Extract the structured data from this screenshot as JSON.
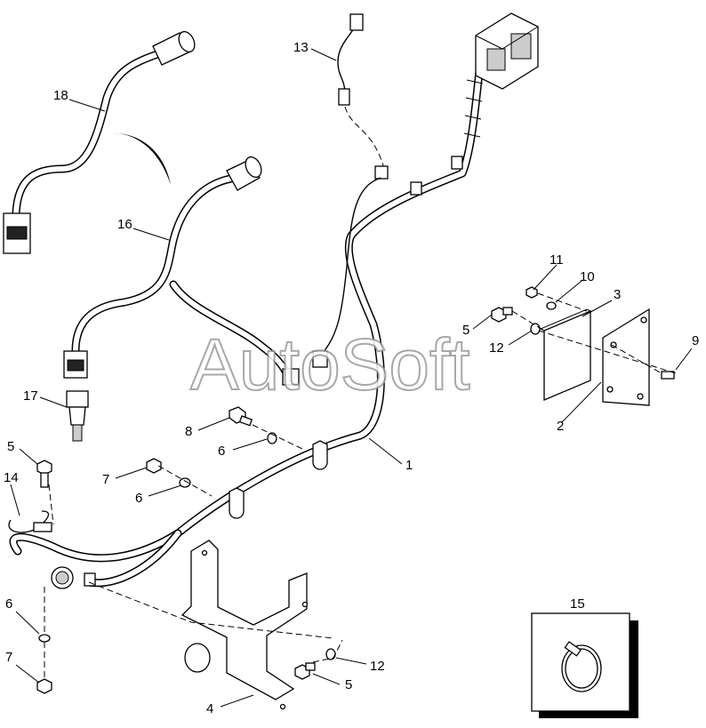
{
  "watermark": "AutoSoft",
  "callouts": {
    "c1": "1",
    "c2": "2",
    "c3": "3",
    "c4": "4",
    "c5a": "5",
    "c5b": "5",
    "c5c": "5",
    "c6a": "6",
    "c6b": "6",
    "c6c": "6",
    "c7a": "7",
    "c7b": "7",
    "c8": "8",
    "c9": "9",
    "c10": "10",
    "c11": "11",
    "c12a": "12",
    "c12b": "12",
    "c13": "13",
    "c14": "14",
    "c15": "15",
    "c16": "16",
    "c17": "17",
    "c18": "18"
  },
  "colors": {
    "line": "#000000",
    "watermark_stroke": "#9a9a9a",
    "background": "#ffffff"
  }
}
